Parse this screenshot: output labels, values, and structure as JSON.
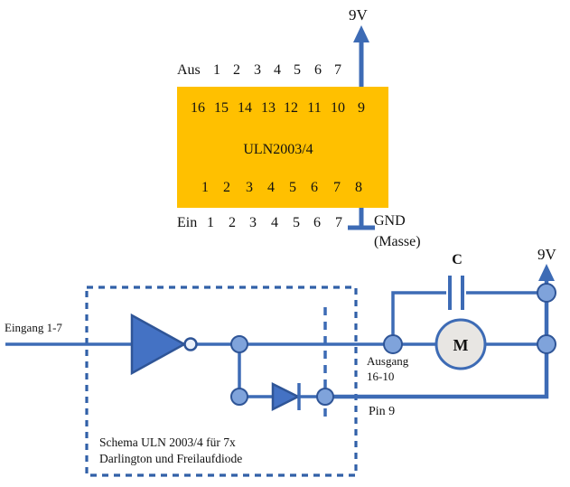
{
  "chip": {
    "name": "ULN2003/4",
    "body_color": "#FFC000",
    "out_row": {
      "label": "Aus",
      "numbers": [
        "1",
        "2",
        "3",
        "4",
        "5",
        "6",
        "7"
      ]
    },
    "top_pins": [
      "16",
      "15",
      "14",
      "13",
      "12",
      "11",
      "10",
      "9"
    ],
    "bottom_pins": [
      "1",
      "2",
      "3",
      "4",
      "5",
      "6",
      "7",
      "8"
    ],
    "in_row": {
      "label": "Ein",
      "numbers": [
        "1",
        "2",
        "3",
        "4",
        "5",
        "6",
        "7"
      ]
    },
    "supply_label": "9V",
    "gnd_label": "GND",
    "gnd_sublabel": "(Masse)"
  },
  "schematic": {
    "input_label": "Eingang 1-7",
    "output_label_line1": "Ausgang",
    "output_label_line2": "16-10",
    "pin9_label": "Pin 9",
    "capacitor_label": "C",
    "motor_label": "M",
    "supply_label": "9V",
    "caption_line1": "Schema ULN 2003/4 für 7x",
    "caption_line2": "Darlington und Freilaufdiode",
    "colors": {
      "wire": "#3D6BB5",
      "junction_fill": "#7FA3DB",
      "junction_stroke": "#2F5597",
      "triangle_fill": "#4472C4",
      "motor_fill": "#E8E6E3",
      "boundary": "#3160A8"
    }
  }
}
